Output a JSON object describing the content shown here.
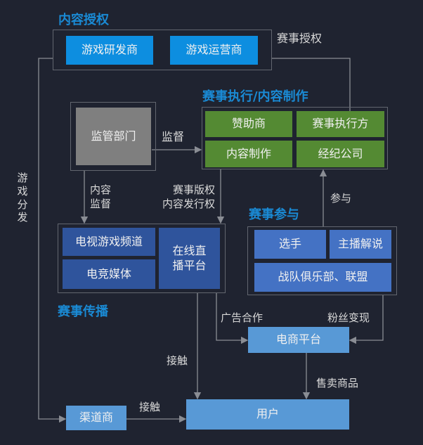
{
  "sections": {
    "content_license": "内容授权",
    "event_exec": "赛事执行/内容制作",
    "participation": "赛事参与",
    "broadcast": "赛事传播"
  },
  "nodes": {
    "game_dev": "游戏研发商",
    "game_op": "游戏运营商",
    "regulator": "监管部门",
    "sponsor": "赞助商",
    "event_executor": "赛事执行方",
    "content_prod": "内容制作",
    "agency": "经纪公司",
    "tv_channel": "电视游戏频道",
    "esports_media": "电竞媒体",
    "live_platform": "在线直播平台",
    "player": "选手",
    "streamer": "主播解说",
    "clubs": "战队俱乐部、联盟",
    "ecommerce": "电商平台",
    "channel": "渠道商",
    "user": "用户"
  },
  "edges": {
    "event_license": "赛事授权",
    "supervise": "监督",
    "content_supervise": "内容\n监督",
    "rights": "赛事版权\n内容发行权",
    "participate": "参与",
    "game_distribution": "游\n戏\n分\n发",
    "ad_coop": "广告合作",
    "fan_monetize": "粉丝变现",
    "contact1": "接触",
    "contact2": "接触",
    "sell_goods": "售卖商品"
  },
  "colors": {
    "accent": "#1a8ad4",
    "green": "#548a33",
    "navy": "#2f549c",
    "blue": "#4472c4",
    "light": "#5899d6"
  }
}
